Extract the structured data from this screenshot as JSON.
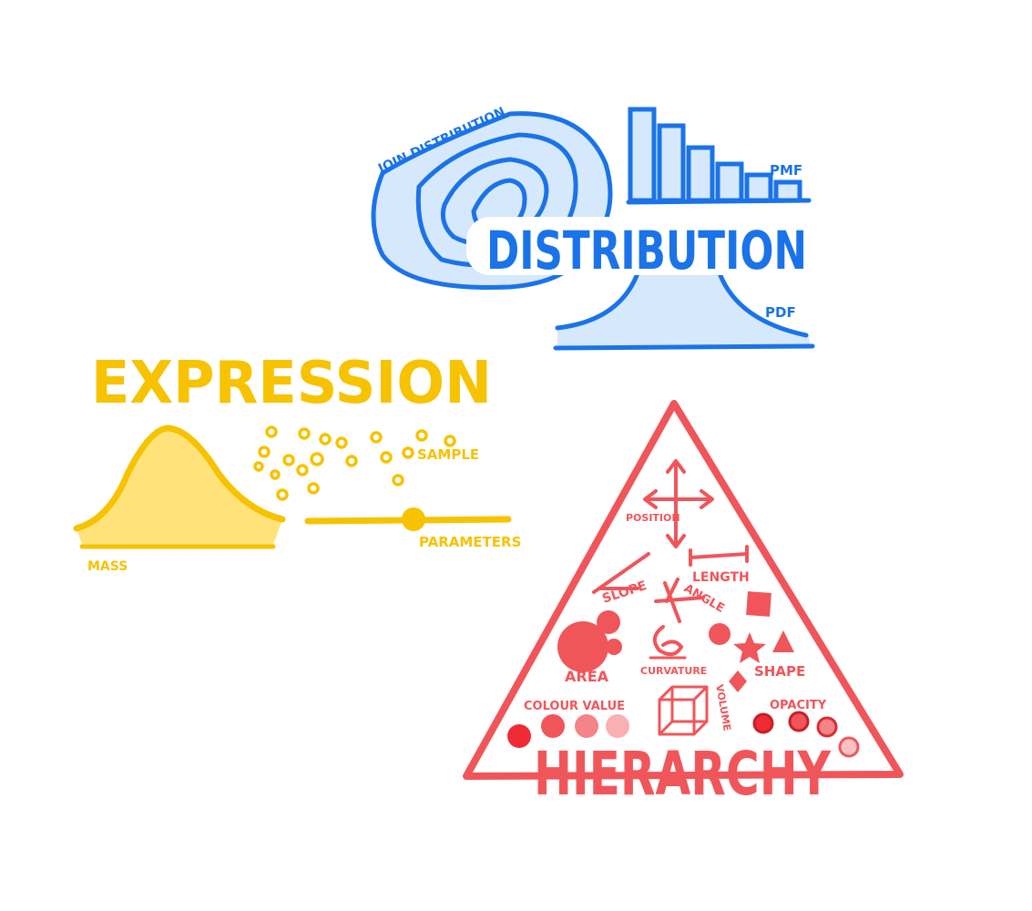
{
  "colors": {
    "blue": "#1a73e8",
    "blue_fill": "#d6e8fb",
    "yellow": "#f7c200",
    "yellow_fill": "#ffe27a",
    "red": "#f0555a",
    "red_light": "#f8a7aa"
  },
  "distribution": {
    "title": "DISTRIBUTION",
    "join_label": "JOIN DISTRIBUTION",
    "pmf_label": "PMF",
    "pdf_label": "PDF",
    "pmf_bars": [
      1.0,
      0.82,
      0.58,
      0.4,
      0.28,
      0.2
    ]
  },
  "expression": {
    "title": "EXPRESSION",
    "mass_label": "MASS",
    "sample_label": "SAMPLE",
    "parameters_label": "PARAMETERS"
  },
  "hierarchy": {
    "title": "HIERARCHY",
    "position_label": "POSITION",
    "length_label": "LENGTH",
    "slope_label": "SLOPE",
    "angle_label": "ANGLE",
    "area_label": "AREA",
    "curvature_label": "CURVATURE",
    "shape_label": "SHAPE",
    "volume_label": "VOLUME",
    "colour_value_label": "COLOUR VALUE",
    "opacity_label": "OPACITY"
  }
}
